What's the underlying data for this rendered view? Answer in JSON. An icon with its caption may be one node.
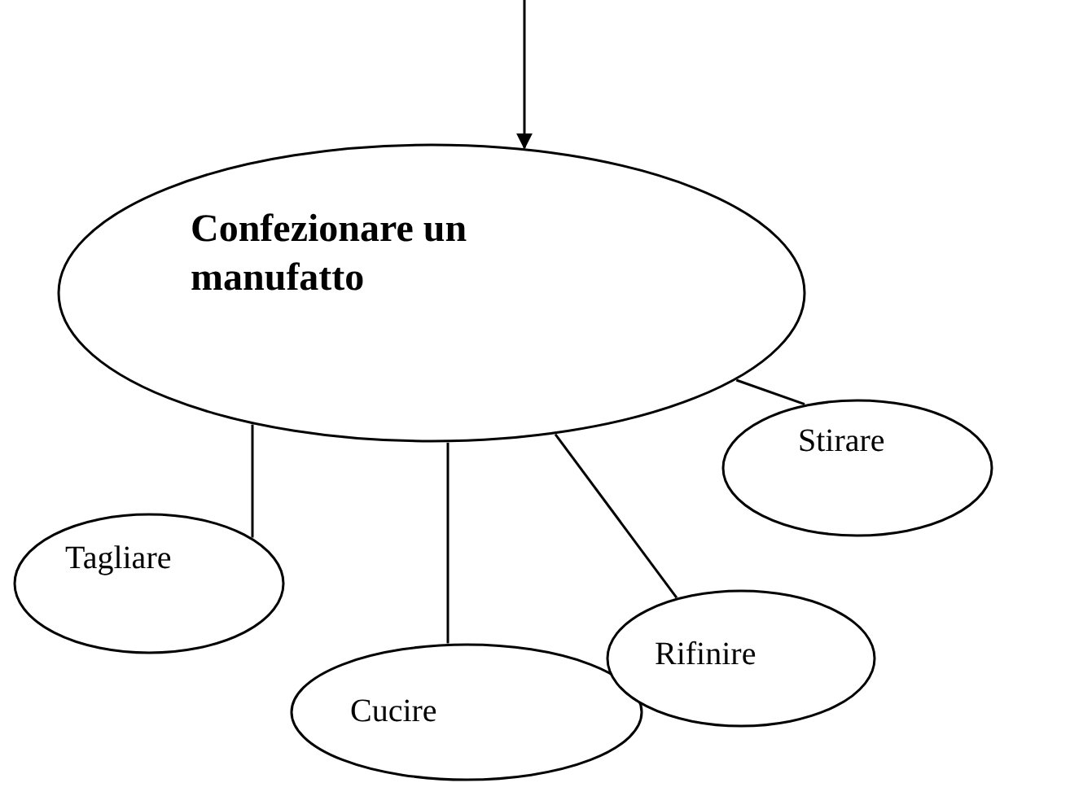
{
  "diagram": {
    "nodes": [
      {
        "text": [
          "Confezionare un manufatto"
        ]
      },
      {
        "text": [
          "Stirare"
        ]
      },
      {
        "text": [
          "Tagliare"
        ]
      },
      {
        "text": [
          "Cucire"
        ]
      },
      {
        "text": [
          "Rifinire"
        ]
      }
    ],
    "edges": [
      {
        "from": null,
        "to": 0,
        "arrow": "to"
      },
      {
        "from": 0,
        "to": 1,
        "arrow": "none"
      },
      {
        "from": 0,
        "to": 2,
        "arrow": "none"
      },
      {
        "from": 0,
        "to": 3,
        "arrow": "none"
      },
      {
        "from": 0,
        "to": 4,
        "arrow": "none"
      }
    ]
  }
}
